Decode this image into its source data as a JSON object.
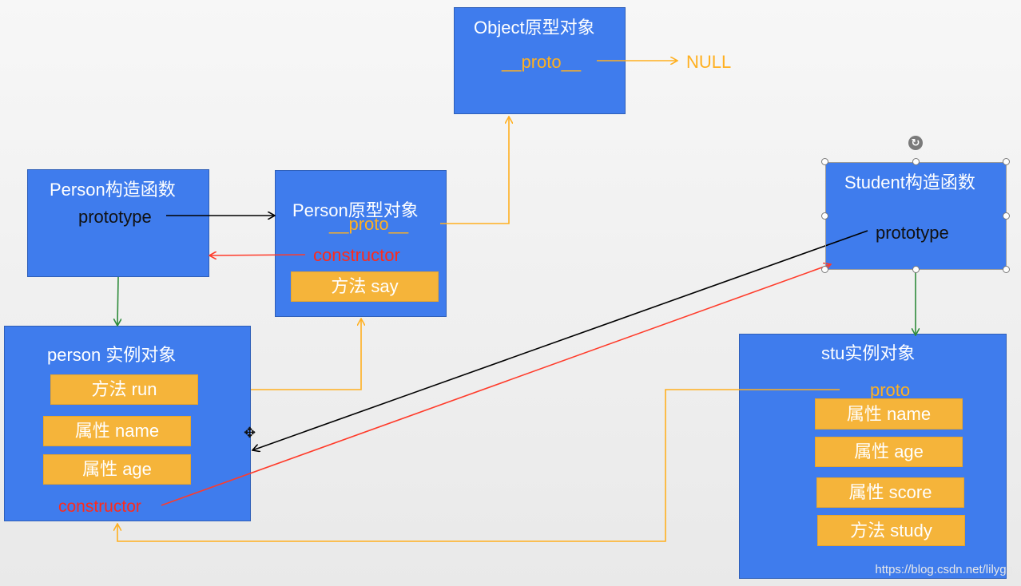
{
  "object_proto": {
    "title": "Object原型对象",
    "proto": "__proto__",
    "null_label": "NULL"
  },
  "person_ctor": {
    "title": "Person构造函数",
    "prototype": "prototype"
  },
  "person_proto": {
    "title": "Person原型对象",
    "proto": "__proto__",
    "constructor": "constructor",
    "method": "方法 say"
  },
  "student_ctor": {
    "title": "Student构造函数",
    "prototype": "prototype"
  },
  "person_instance": {
    "title": "person 实例对象",
    "items": [
      "方法 run",
      "属性 name",
      "属性 age"
    ],
    "constructor": "constructor"
  },
  "stu_instance": {
    "title": "stu实例对象",
    "proto": "proto",
    "items": [
      "属性 name",
      "属性 age",
      "属性 score",
      "方法 study"
    ]
  },
  "watermark": "https://blog.csdn.net/lilygg",
  "colors": {
    "box_fill": "#3f7ced",
    "item_fill": "#f5b43a",
    "proto_link": "#ffb020",
    "constructor_link": "#ff3b2a",
    "prototype_link": "#000000",
    "instance_link": "#2e8b3a"
  }
}
